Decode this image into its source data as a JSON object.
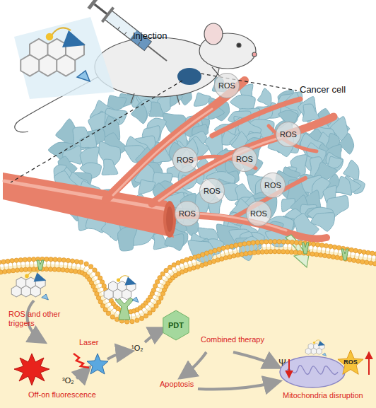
{
  "diagram": {
    "nodes": [
      {
        "text": [
          "ROS"
        ]
      },
      {
        "text": [
          "ROS"
        ]
      },
      {
        "text": [
          "ROS"
        ]
      },
      {
        "text": [
          "ROS"
        ]
      },
      {
        "text": [
          "ROS"
        ]
      },
      {
        "text": [
          "ROS"
        ]
      },
      {
        "text": [
          "ROS"
        ]
      },
      {
        "text": [
          "ROS"
        ]
      },
      {
        "text": [
          "PDT"
        ]
      },
      {
        "text": [
          "ROS"
        ]
      }
    ],
    "labels": [
      "Injection",
      "Cancer cell",
      "ROS and other triggers",
      "Off-on fluorescence",
      "Laser",
      "³O₂",
      "¹O₂",
      "Combined therapy",
      "Apoptosis",
      "Mitochondria disruption",
      "Ψ"
    ]
  }
}
